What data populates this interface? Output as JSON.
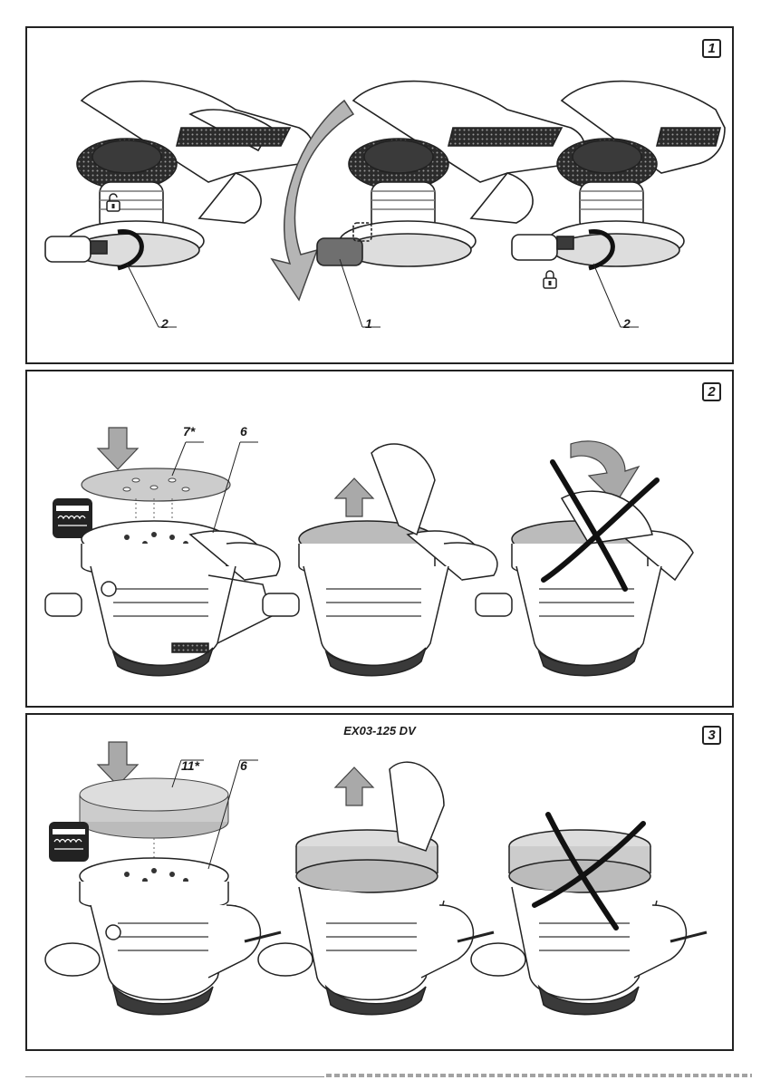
{
  "figures": [
    {
      "number": "1",
      "callouts": [
        "2",
        "1",
        "2"
      ]
    },
    {
      "number": "2",
      "callouts": [
        "7*",
        "6"
      ]
    },
    {
      "number": "3",
      "model": "EX03-125 DV",
      "callouts": [
        "11*",
        "6"
      ]
    }
  ],
  "colors": {
    "line": "#222222",
    "dark": "#2b2b2b",
    "arrow_fill": "#a9a9a9",
    "gray_part": "#6f6f6f"
  },
  "icons": [
    "lock-open-icon",
    "lock-closed-icon",
    "down-arrow-icon",
    "up-arrow-icon",
    "velcro-symbol-icon",
    "cross-mark-icon"
  ]
}
